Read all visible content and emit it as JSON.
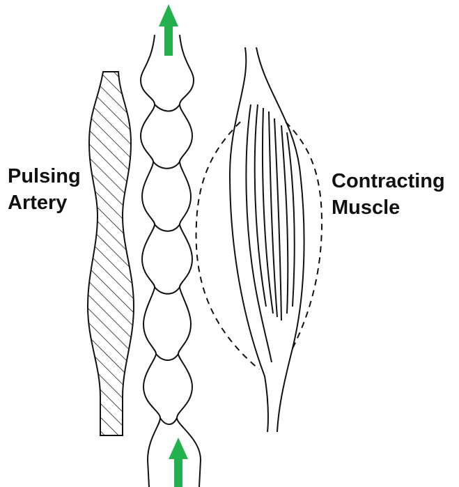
{
  "labels": {
    "artery": [
      "Pulsing",
      "Artery"
    ],
    "muscle": [
      "Contracting",
      "Muscle"
    ]
  },
  "colors": {
    "line": "#111111",
    "arrow": "#22b14c",
    "background": "#ffffff"
  },
  "icons": {
    "flow_arrow_top": "arrow-up-icon",
    "flow_arrow_bottom": "arrow-up-icon"
  }
}
